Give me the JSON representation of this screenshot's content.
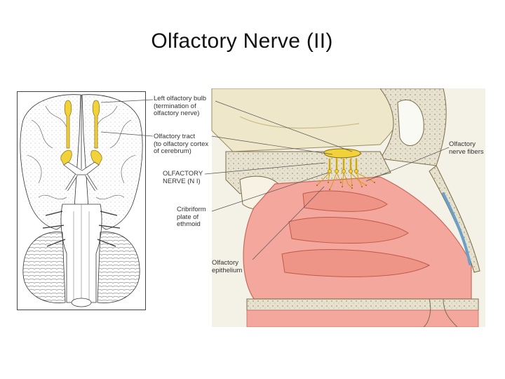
{
  "title": "Olfactory Nerve (II)",
  "labels": {
    "left_bulb": "Left olfactory bulb\n(termination of\nolfactory nerve)",
    "tract": "Olfactory tract\n(to olfactory cortex\nof cerebrum)",
    "nerve": "OLFACTORY\nNERVE (N I)",
    "cribriform": "Cribriform\nplate of\nethmoid",
    "epithelium": "Olfactory\nepithelium",
    "fibers": "Olfactory\nnerve fibers"
  },
  "colors": {
    "nerve_yellow": "#f2d23a",
    "mucosa_pink": "#f4a79c",
    "mucosa_dark": "#d9776a",
    "bone": "#e7e1cf",
    "brain_tissue": "#efe7c9"
  }
}
